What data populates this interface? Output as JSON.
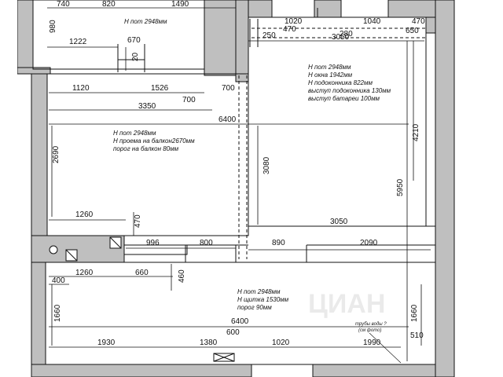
{
  "colors": {
    "wall": "#bfbfbf",
    "line": "#111111",
    "background": "#ffffff"
  },
  "dimensions": {
    "top_740": "740",
    "top_820": "820",
    "top_1490": "1490",
    "left_980": "980",
    "d_1222": "1222",
    "d_670": "670",
    "d_20": "20",
    "d_1020_top": "1020",
    "d_1040": "1040",
    "d_470_tr": "470",
    "d_470_a": "470",
    "d_650": "650",
    "d_250": "250",
    "d_3050_top": "3050",
    "d_280": "280",
    "d_1120": "1120",
    "d_1526": "1526",
    "d_700_a": "700",
    "d_700_b": "700",
    "d_3350": "3350",
    "d_6400_top": "6400",
    "d_2690": "2690",
    "d_3080": "3080",
    "d_4210": "4210",
    "d_5950": "5950",
    "d_1260_a": "1260",
    "d_470_mid": "470",
    "d_3050_mid": "3050",
    "d_996": "996",
    "d_800": "800",
    "d_890": "890",
    "d_2090": "2090",
    "d_400": "400",
    "d_1260_b": "1260",
    "d_660": "660",
    "d_460": "460",
    "d_1660_l": "1660",
    "d_6400_bot": "6400",
    "d_1660_r": "1660",
    "d_600": "600",
    "d_510": "510",
    "d_1930": "1930",
    "d_1380": "1380",
    "d_1020_bot": "1020",
    "d_1990": "1990"
  },
  "notes": {
    "balcony": "Н пот  2948мм",
    "bedroom": [
      "Н пот  2948мм",
      "Н окна 1942мм",
      "Н подоконника 822мм",
      "выступ подоконника 130мм",
      "выступ батареи 100мм"
    ],
    "living": [
      "Н пот  2948мм",
      "Н проема на балкон2670мм",
      "порог на балкон 80мм"
    ],
    "hall": [
      "Н пот  2948мм",
      "Н щитка 1530мм",
      "порог 90мм"
    ],
    "pipes": [
      "трубы воды ?",
      "(см фото)"
    ]
  },
  "watermark": "ЦИАН"
}
